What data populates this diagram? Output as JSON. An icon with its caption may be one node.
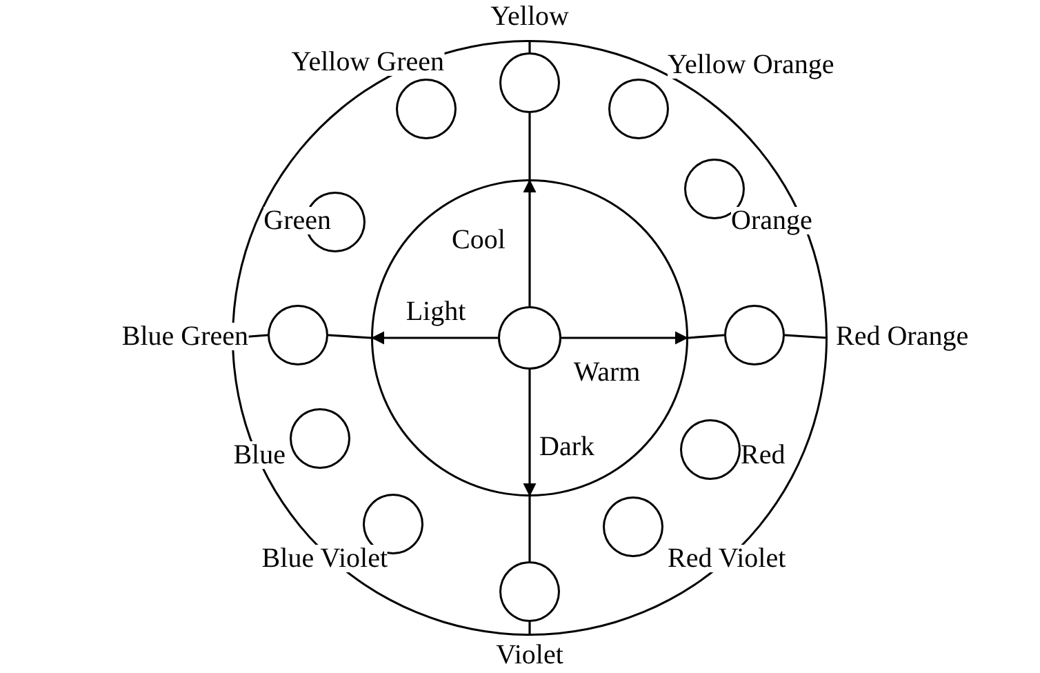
{
  "diagram": {
    "nodes": [
      {
        "text": [],
        "shape": "circle"
      },
      {
        "text": [],
        "shape": "circle",
        "in": 0
      },
      {
        "text": [],
        "shape": "circle",
        "in": 1
      },
      {
        "text": [],
        "shape": "circle",
        "in": 0,
        "beside": [
          "Yellow"
        ]
      },
      {
        "text": [],
        "shape": "circle",
        "in": 0,
        "beside": [
          "Yellow Orange"
        ]
      },
      {
        "text": [],
        "shape": "circle",
        "in": 0,
        "beside": [
          "Orange"
        ]
      },
      {
        "text": [],
        "shape": "circle",
        "in": 0,
        "beside": [
          "Red Orange"
        ]
      },
      {
        "text": [],
        "shape": "circle",
        "in": 0,
        "beside": [
          "Red"
        ]
      },
      {
        "text": [],
        "shape": "circle",
        "in": 0,
        "beside": [
          "Red Violet"
        ]
      },
      {
        "text": [],
        "shape": "circle",
        "in": 0,
        "beside": [
          "Violet"
        ]
      },
      {
        "text": [],
        "shape": "circle",
        "in": 0,
        "beside": [
          "Blue Violet"
        ]
      },
      {
        "text": [],
        "shape": "circle",
        "in": 0,
        "beside": [
          "Blue"
        ]
      },
      {
        "text": [],
        "shape": "circle",
        "in": 0,
        "beside": [
          "Blue Green"
        ]
      },
      {
        "text": [],
        "shape": "circle",
        "in": 0,
        "beside": [
          "Green"
        ]
      },
      {
        "text": [],
        "shape": "circle",
        "in": 0,
        "beside": [
          "Yellow Green"
        ]
      }
    ],
    "edges": [
      {
        "from": 2,
        "to": 1,
        "arrow": "to",
        "label": "Cool"
      },
      {
        "from": 2,
        "to": 1,
        "arrow": "to",
        "label": "Light"
      },
      {
        "from": 2,
        "to": 1,
        "arrow": "to",
        "label": "Warm"
      },
      {
        "from": 2,
        "to": 1,
        "arrow": "to",
        "label": "Dark"
      },
      {
        "from": 1,
        "to": 3,
        "arrow": "none"
      },
      {
        "from": 3,
        "to": 0,
        "arrow": "none"
      },
      {
        "from": 1,
        "to": 6,
        "arrow": "none"
      },
      {
        "from": 6,
        "to": 0,
        "arrow": "none"
      },
      {
        "from": 1,
        "to": 9,
        "arrow": "none"
      },
      {
        "from": 9,
        "to": 0,
        "arrow": "none"
      },
      {
        "from": 1,
        "to": 12,
        "arrow": "none"
      },
      {
        "from": 12,
        "to": 0,
        "arrow": "none"
      }
    ]
  }
}
